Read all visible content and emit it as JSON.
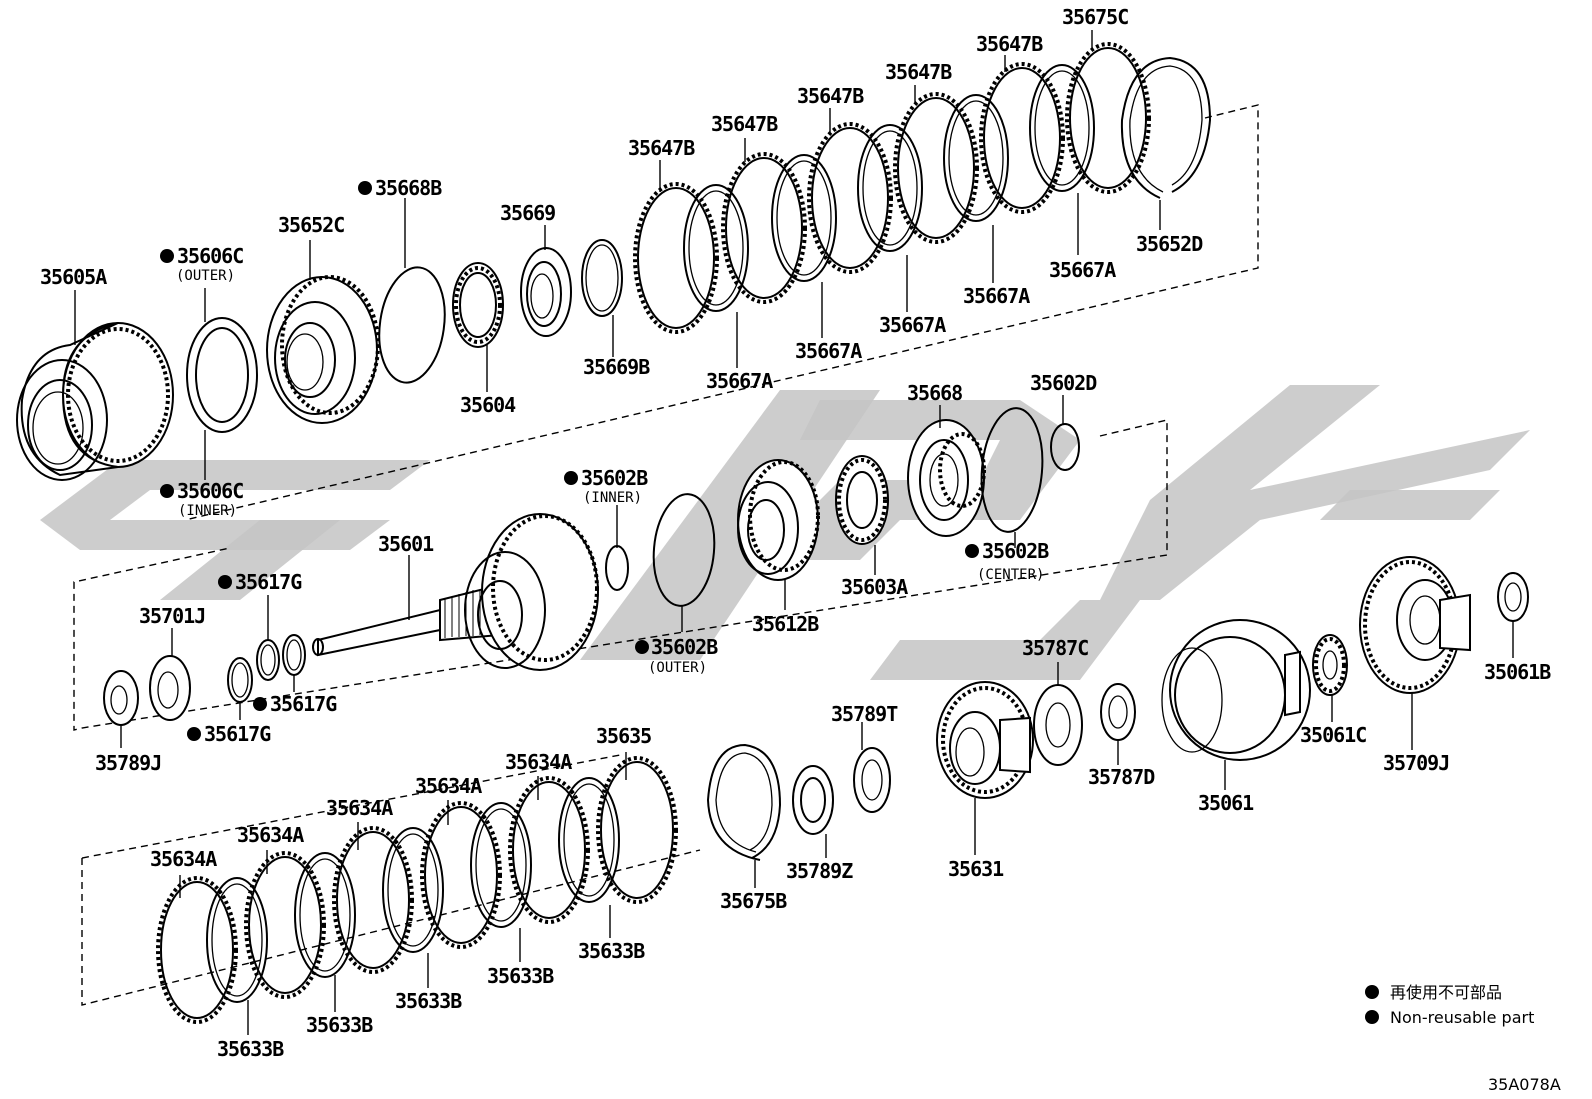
{
  "labels": {
    "p35605A": "35605A",
    "p35606C_outer": "35606C",
    "p35606C_outer_note": "(OUTER)",
    "p35606C_inner": "35606C",
    "p35606C_inner_note": "(INNER)",
    "p35652C": "35652C",
    "p35668B": "35668B",
    "p35604": "35604",
    "p35669": "35669",
    "p35669B": "35669B",
    "p35647B_1": "35647B",
    "p35647B_2": "35647B",
    "p35647B_3": "35647B",
    "p35647B_4": "35647B",
    "p35647B_5": "35647B",
    "p35675C": "35675C",
    "p35652D": "35652D",
    "p35667A_1": "35667A",
    "p35667A_2": "35667A",
    "p35667A_3": "35667A",
    "p35667A_4": "35667A",
    "p35667A_5": "35667A",
    "p35668": "35668",
    "p35602D": "35602D",
    "p35602B_inner": "35602B",
    "p35602B_inner_note": "(INNER)",
    "p35602B_center": "35602B",
    "p35602B_center_note": "(CENTER)",
    "p35602B_outer": "35602B",
    "p35602B_outer_note": "(OUTER)",
    "p35601": "35601",
    "p35603A": "35603A",
    "p35612B": "35612B",
    "p35617G_1": "35617G",
    "p35617G_2": "35617G",
    "p35617G_3": "35617G",
    "p35701J": "35701J",
    "p35789J": "35789J",
    "p35787C": "35787C",
    "p35787D": "35787D",
    "p35789T": "35789T",
    "p35789Z": "35789Z",
    "p35631": "35631",
    "p35061": "35061",
    "p35061C": "35061C",
    "p35709J": "35709J",
    "p35061B": "35061B",
    "p35675B": "35675B",
    "p35635": "35635",
    "p35634A_1": "35634A",
    "p35634A_2": "35634A",
    "p35634A_3": "35634A",
    "p35634A_4": "35634A",
    "p35634A_5": "35634A",
    "p35633B_1": "35633B",
    "p35633B_2": "35633B",
    "p35633B_3": "35633B",
    "p35633B_4": "35633B",
    "p35633B_5": "35633B"
  },
  "legend": {
    "jp": "再使用不可部品",
    "en": "Non-reusable part"
  },
  "diagram_code": "35A078A",
  "colors": {
    "line": "#000000",
    "watermark": "#c4c4c4",
    "background": "#ffffff"
  }
}
